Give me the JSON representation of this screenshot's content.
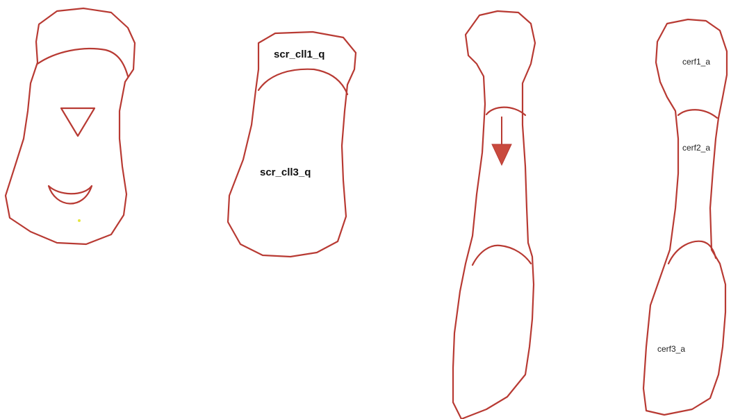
{
  "colors": {
    "outline": "#b83a33",
    "arrow_fill": "#c94a3e",
    "dot": "#e6e640"
  },
  "figures": {
    "fig2": {
      "region_top_label": "scr_cll1_q",
      "region_body_label": "scr_cll3_q"
    },
    "fig4": {
      "region_top_label": "cerf1_a",
      "region_mid_label": "cerf2_a",
      "region_bottom_label": "cerf3_a"
    }
  },
  "icons": {
    "triangle": "down-triangle-icon",
    "crescent": "crescent-icon",
    "arrow": "down-arrow-icon"
  }
}
